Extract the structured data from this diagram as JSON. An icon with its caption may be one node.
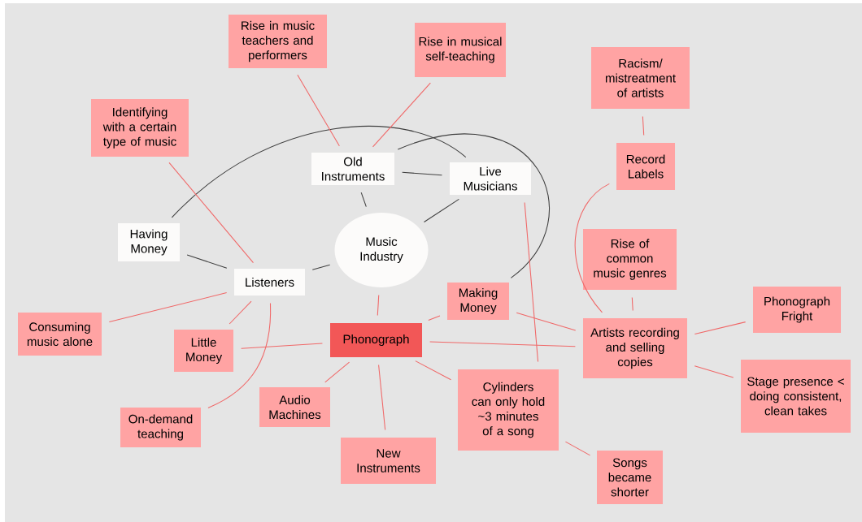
{
  "diagram": {
    "nodes": [
      {
        "text": [
          "Music Industry"
        ]
      },
      {
        "text": [
          "Old Instruments"
        ]
      },
      {
        "text": [
          "Live Musicians"
        ]
      },
      {
        "text": [
          "Having Money"
        ]
      },
      {
        "text": [
          "Listeners"
        ]
      },
      {
        "text": [
          "Phonograph"
        ]
      },
      {
        "text": [
          "Rise in music teachers and performers"
        ]
      },
      {
        "text": [
          "Rise in musical self-teaching"
        ]
      },
      {
        "text": [
          "Identifying with a certain type of music"
        ]
      },
      {
        "text": [
          "Racism/ mistreatment of artists"
        ]
      },
      {
        "text": [
          "Record Labels"
        ]
      },
      {
        "text": [
          "Rise of common music genres"
        ]
      },
      {
        "text": [
          "Making Money"
        ]
      },
      {
        "text": [
          "Phonograph Fright"
        ]
      },
      {
        "text": [
          "Artists recording and selling copies"
        ]
      },
      {
        "text": [
          "Stage presence < doing consistent, clean takes"
        ]
      },
      {
        "text": [
          "Consuming music alone"
        ]
      },
      {
        "text": [
          "Little Money"
        ]
      },
      {
        "text": [
          "On-demand teaching"
        ]
      },
      {
        "text": [
          "Audio Machines"
        ]
      },
      {
        "text": [
          "New Instruments"
        ]
      },
      {
        "text": [
          "Cylinders can only hold ~3 minutes of a song"
        ]
      },
      {
        "text": [
          "Songs became shorter"
        ]
      }
    ],
    "edges": [
      {
        "from": 1,
        "to": 0,
        "arrow": "none",
        "color": "#404040"
      },
      {
        "from": 1,
        "to": 2,
        "arrow": "none",
        "color": "#404040"
      },
      {
        "from": 2,
        "to": 0,
        "arrow": "none",
        "color": "#404040"
      },
      {
        "from": 4,
        "to": 0,
        "arrow": "none",
        "color": "#404040"
      },
      {
        "from": 3,
        "to": 4,
        "arrow": "none",
        "color": "#404040"
      },
      {
        "from": 3,
        "to": 2,
        "arrow": "none",
        "color": "#404040"
      },
      {
        "from": 1,
        "to": 12,
        "arrow": "none",
        "color": "#404040"
      },
      {
        "from": 6,
        "to": 1,
        "arrow": "none"
      },
      {
        "from": 7,
        "to": 1,
        "arrow": "none"
      },
      {
        "from": 8,
        "to": 4,
        "arrow": "none"
      },
      {
        "from": 9,
        "to": 10,
        "arrow": "none"
      },
      {
        "from": 10,
        "to": 14,
        "arrow": "none"
      },
      {
        "from": 11,
        "to": 14,
        "arrow": "none"
      },
      {
        "from": 12,
        "to": 14,
        "arrow": "none"
      },
      {
        "from": 13,
        "to": 14,
        "arrow": "none"
      },
      {
        "from": 15,
        "to": 14,
        "arrow": "none"
      },
      {
        "from": 5,
        "to": 14,
        "arrow": "none"
      },
      {
        "from": 2,
        "to": 21,
        "arrow": "none"
      },
      {
        "from": 16,
        "to": 4,
        "arrow": "none"
      },
      {
        "from": 17,
        "to": 4,
        "arrow": "none"
      },
      {
        "from": 4,
        "to": 18,
        "arrow": "none"
      },
      {
        "from": 5,
        "to": 17,
        "arrow": "none"
      },
      {
        "from": 5,
        "to": 0,
        "arrow": "none"
      },
      {
        "from": 5,
        "to": 12,
        "arrow": "none"
      },
      {
        "from": 5,
        "to": 19,
        "arrow": "none"
      },
      {
        "from": 5,
        "to": 20,
        "arrow": "none"
      },
      {
        "from": 5,
        "to": 21,
        "arrow": "none"
      },
      {
        "from": 21,
        "to": 22,
        "arrow": "none"
      }
    ]
  }
}
